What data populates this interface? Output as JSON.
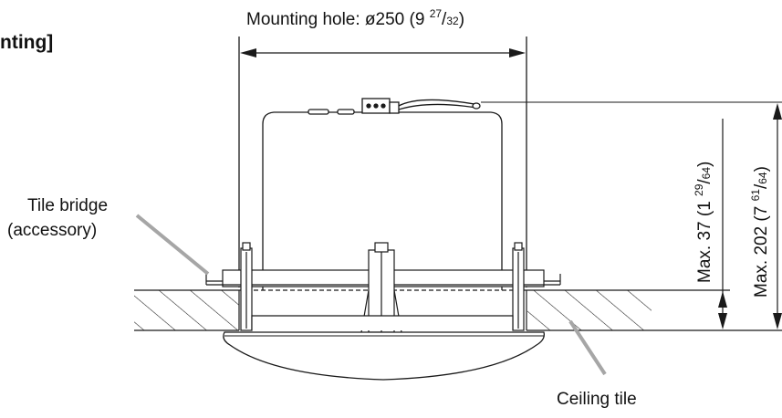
{
  "heading_fragment": "nting]",
  "dimensions": {
    "mounting_hole": {
      "prefix": "Mounting hole: ø250 (9 ",
      "num": "27",
      "sep": "/",
      "den": "32",
      "suffix": ")"
    },
    "max_37": {
      "prefix": "Max. 37 (1 ",
      "num": "29",
      "sep": "/",
      "den": "64",
      "suffix": ")"
    },
    "max_202": {
      "prefix": "Max. 202 (7 ",
      "num": "61",
      "sep": "/",
      "den": "64",
      "suffix": ")"
    }
  },
  "labels": {
    "tile_bridge_line1": "Tile bridge",
    "tile_bridge_line2": "(accessory)",
    "ceiling_tile": "Ceiling tile"
  },
  "colors": {
    "line": "#1a1a1a",
    "leader": "#a6a6a6",
    "background": "#ffffff"
  }
}
